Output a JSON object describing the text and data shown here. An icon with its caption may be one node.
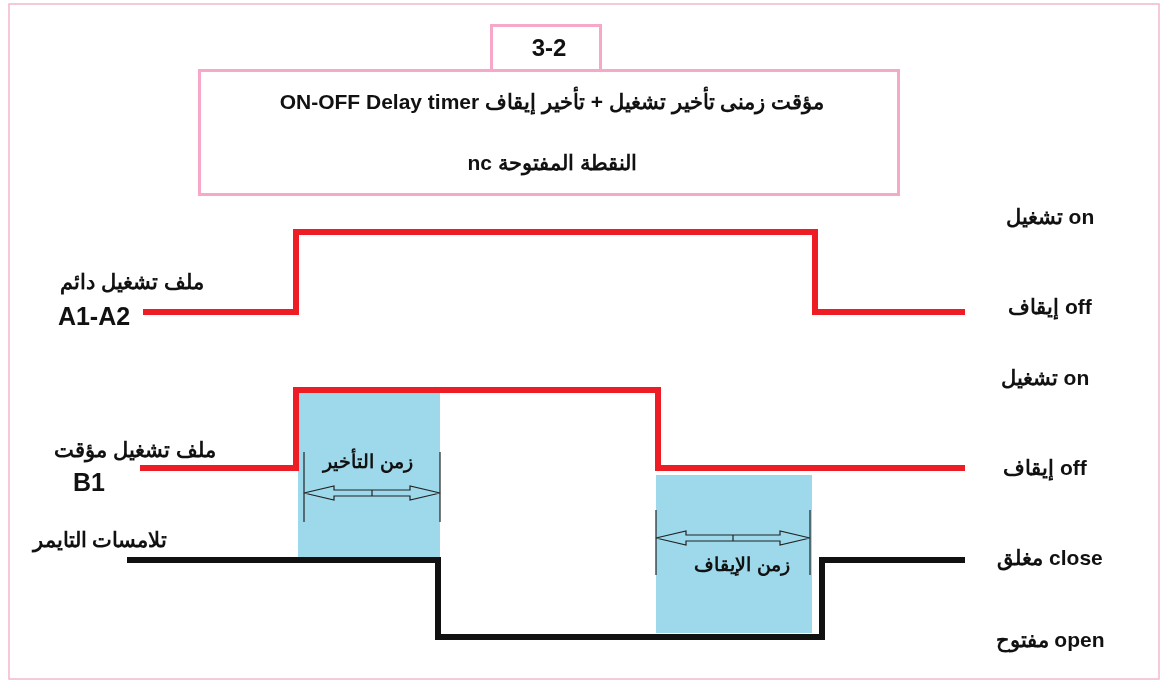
{
  "diagram": {
    "nodes": [
      {
        "text": [
          "3-2"
        ]
      },
      {
        "text": [
          "مؤقت زمنى تأخير تشغيل + تأخير إيقاف ON-OFF Delay timer",
          "النقطة المفتوحة nc"
        ]
      }
    ],
    "labels": [
      "تشغيل on",
      "ملف تشغيل دائم",
      "A1-A2",
      "إيقاف off",
      "تشغيل on",
      "ملف تشغيل مؤقت",
      "زمن التأخير",
      "إيقاف off",
      "B1",
      "تلامسات التايمر",
      "زمن الإيقاف",
      "مغلق close",
      "مفتوح open"
    ]
  }
}
